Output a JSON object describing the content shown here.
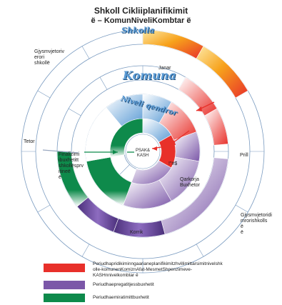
{
  "header": {
    "title": "Shkoll   Cikliiplanifikimit",
    "subtitle": "ë – KomunNiveliKombtar  ë"
  },
  "rings": {
    "outer_title": "Shkolla",
    "middle_title": "Komuna",
    "inner_title": "Niveli qendror"
  },
  "center": {
    "line1": "PSAK&",
    "line2": "KASH"
  },
  "labels": {
    "gjysmvjetoriv": "Gjysmvjetoriv\nerori\nshkollë",
    "janar": "Janar",
    "tetor": "Tetor",
    "prill": "Prill",
    "finalizimi": "Finalizimi\nibuxhetitt\nshkollësprv\nitineë\në",
    "qarkorja": "Qarkorja\nBuxhetor",
    "symbol": "!\"#$",
    "korrik": "Korrik",
    "gjysmvjetoridi": "Gjysmvjetoridi\nmrorishkolls\në\në"
  },
  "legend": [
    {
      "color": "#e8302a",
      "text": "Periudhapridikiminngaarianeplanifikimitzhvillimittarsimitnivelshk\nolle-komunenKomiznAfat-MesmetShpenzimeve-\nKASHnnivelkombtar       ë"
    },
    {
      "color": "#7b57a8",
      "text": "Periudhaepregatitjessbuxhetit"
    },
    {
      "color": "#0e8a4b",
      "text": "Periudhaemiratimittbuxhetit"
    }
  ],
  "colors": {
    "red": "#e8302a",
    "orange": "#f7a21b",
    "purple": "#7b57a8",
    "green": "#0e8a4b",
    "blue": "#5b9bd5"
  }
}
